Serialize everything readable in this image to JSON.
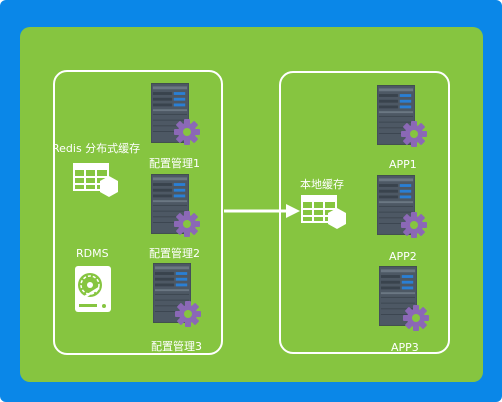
{
  "left_group": {
    "redis_label": "Redis 分布式缓存",
    "rdms_label": "RDMS",
    "servers": [
      {
        "label": "配置管理1"
      },
      {
        "label": "配置管理2"
      },
      {
        "label": "配置管理3"
      }
    ]
  },
  "right_group": {
    "local_cache_label": "本地缓存",
    "apps": [
      {
        "label": "APP1"
      },
      {
        "label": "APP2"
      },
      {
        "label": "APP3"
      }
    ]
  },
  "colors": {
    "outer_background": "#0a87e8",
    "inner_background": "#86c540",
    "server_body": "#4d5864",
    "gear": "#8b68b6",
    "stroke": "#ffffff"
  },
  "icons": [
    "server-icon",
    "gear-icon",
    "table-icon",
    "hexagon-icon",
    "hard-drive-icon",
    "arrow-icon"
  ]
}
